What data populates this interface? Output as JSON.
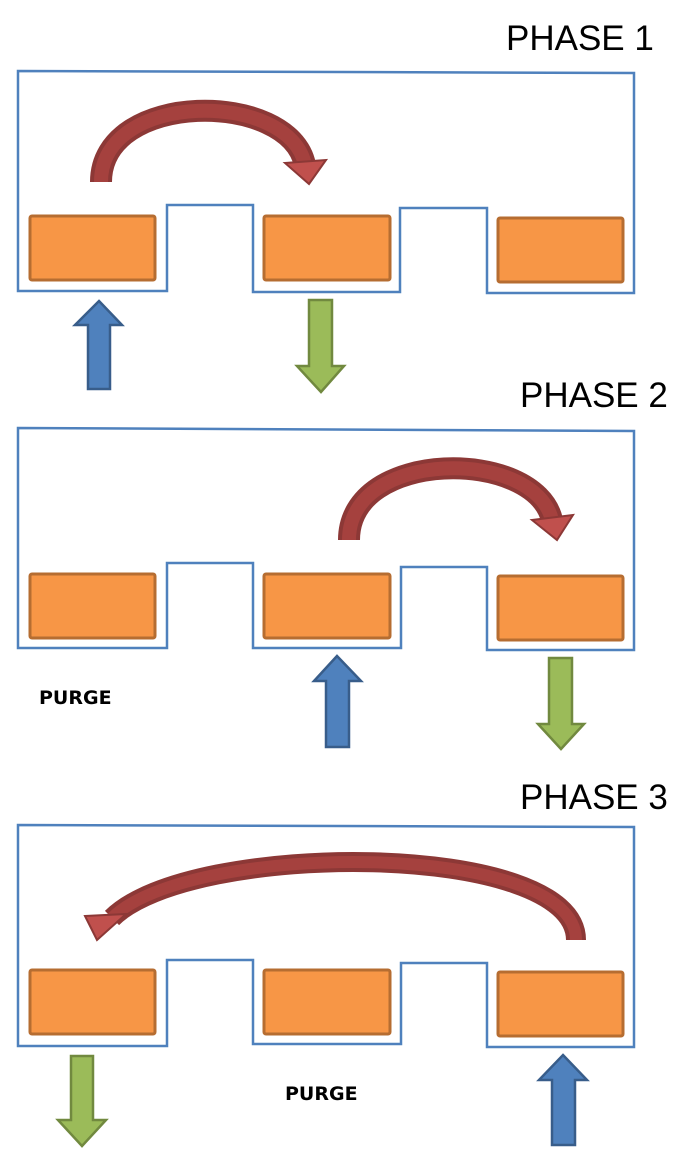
{
  "colors": {
    "chamber_outline": "#4F81BD",
    "bed_fill": "#F79646",
    "bed_border": "#B66D31",
    "inflow_arrow": "#4F81BD",
    "outflow_arrow": "#9BBB59",
    "transfer_arrow": "#C0504D"
  },
  "legend_semantics": {
    "inflow_arrow": "blue upward arrow (feed into bed)",
    "outflow_arrow": "green downward arrow (discharge from bed)",
    "transfer_arrow": "red curved arrow (transfer between beds)"
  },
  "phases": [
    {
      "title": "PHASE 1",
      "beds": [
        "bed-1",
        "bed-2",
        "bed-3"
      ],
      "inflow_bed": 1,
      "outflow_bed": 2,
      "transfer": {
        "from_bed": 1,
        "to_bed": 2
      },
      "purge_label": null,
      "purge_bed": null
    },
    {
      "title": "PHASE 2",
      "beds": [
        "bed-1",
        "bed-2",
        "bed-3"
      ],
      "inflow_bed": 2,
      "outflow_bed": 3,
      "transfer": {
        "from_bed": 2,
        "to_bed": 3
      },
      "purge_label": "PURGE",
      "purge_bed": 1
    },
    {
      "title": "PHASE 3",
      "beds": [
        "bed-1",
        "bed-2",
        "bed-3"
      ],
      "inflow_bed": 3,
      "outflow_bed": 1,
      "transfer": {
        "from_bed": 3,
        "to_bed": 1
      },
      "purge_label": "PURGE",
      "purge_bed": 2
    }
  ]
}
